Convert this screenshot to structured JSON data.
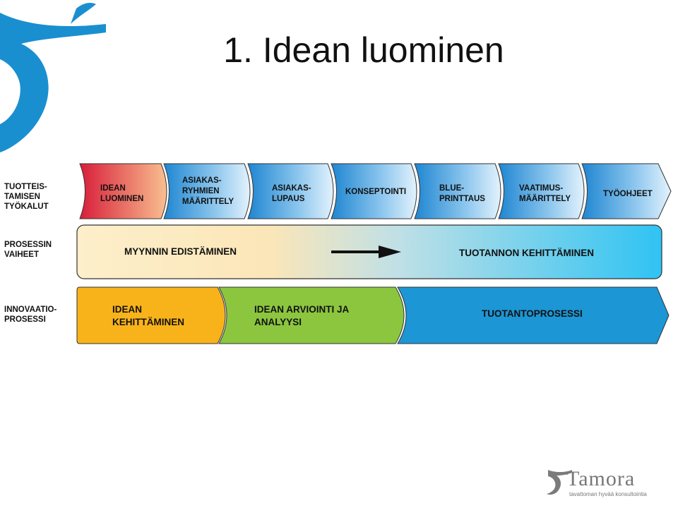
{
  "title": "1. Idean luominen",
  "rows": [
    {
      "label": "TUOTTEIS-\nTAMISEN\nTYÖKALUT"
    },
    {
      "label": "PROSESSIN\nVAIHEET"
    },
    {
      "label": "INNOVAATIO-\nPROSESSI"
    }
  ],
  "tools": [
    {
      "label": "IDEAN\nLUOMINEN"
    },
    {
      "label": "ASIAKAS-\nRYHMIEN\nMÄÄRITTELY"
    },
    {
      "label": "ASIAKAS-\nLUPAUS"
    },
    {
      "label": "KONSEPTOINTI"
    },
    {
      "label": "BLUE-\nPRINTTAUS"
    },
    {
      "label": "VAATIMUS-\nMÄÄRITTELY"
    },
    {
      "label": "TYÖOHJEET"
    }
  ],
  "phases": {
    "left": "MYYNNIN EDISTÄMINEN",
    "right": "TUOTANNON KEHITTÄMINEN"
  },
  "innovation": [
    {
      "label": "IDEAN\nKEHITTÄMINEN",
      "color": "#F9B31A"
    },
    {
      "label": "IDEAN ARVIOINTI JA\nANALYYSI",
      "color": "#8CC63F"
    },
    {
      "label": "TUOTANTOPROSESSI",
      "color": "#1C96D4"
    }
  ],
  "colors": {
    "idea_gradient": [
      "#DC1F3C",
      "#F9B98A"
    ],
    "tool_gradient": [
      "#1A82CF",
      "#DCEFFB"
    ],
    "phase_gradient": [
      "#FDEBC4",
      "#33C4F2"
    ],
    "brand": "#1A8FD0"
  },
  "logo": {
    "name": "Tamora",
    "tagline": "tavattoman hyvää konsultointia"
  }
}
